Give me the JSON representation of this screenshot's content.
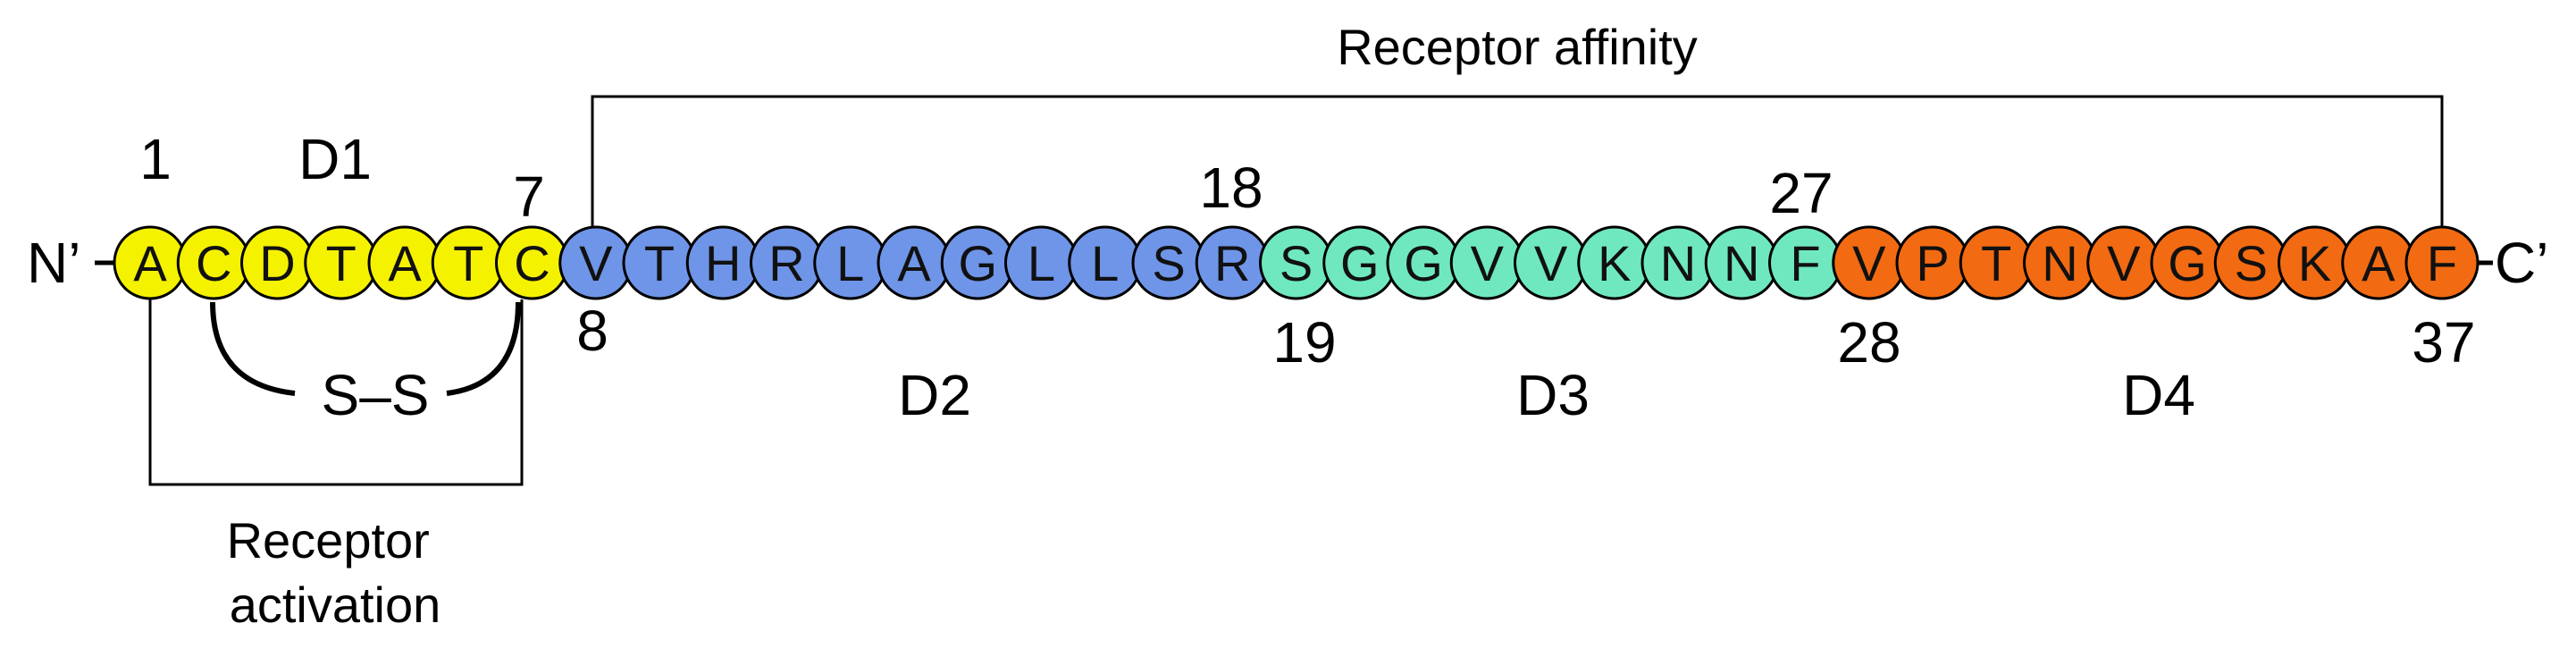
{
  "terminals": {
    "n": "N’",
    "c": "C’"
  },
  "domains": [
    {
      "label": "D1",
      "color": "#f5f200",
      "residues": [
        "A",
        "C",
        "D",
        "T",
        "A",
        "T",
        "C"
      ]
    },
    {
      "label": "D2",
      "color": "#6f95e8",
      "residues": [
        "V",
        "T",
        "H",
        "R",
        "L",
        "A",
        "G",
        "L",
        "L",
        "S",
        "R"
      ]
    },
    {
      "label": "D3",
      "color": "#6fe8c0",
      "residues": [
        "S",
        "G",
        "G",
        "V",
        "V",
        "K",
        "N",
        "N",
        "F"
      ]
    },
    {
      "label": "D4",
      "color": "#f26a12",
      "residues": [
        "V",
        "P",
        "T",
        "N",
        "V",
        "G",
        "S",
        "K",
        "A",
        "F"
      ]
    }
  ],
  "position_numbers": [
    "1",
    "7",
    "8",
    "18",
    "19",
    "27",
    "28",
    "37"
  ],
  "disulfide_label": "S–S",
  "receptor_affinity_label": "Receptor affinity",
  "receptor_activation_label": [
    "Receptor",
    "activation"
  ]
}
